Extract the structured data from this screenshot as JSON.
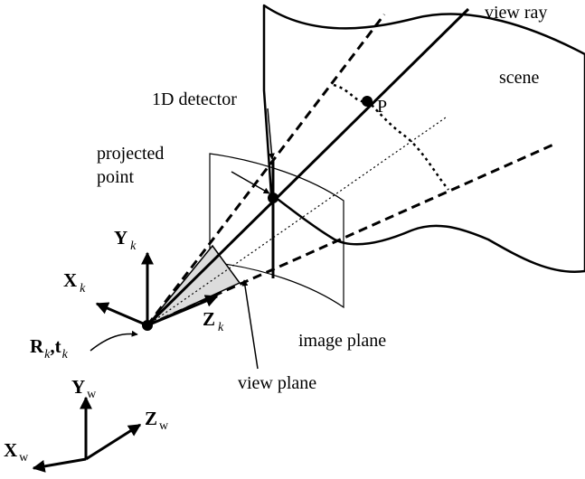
{
  "labels": {
    "view_ray": "view ray",
    "scene": "scene",
    "point_p": "P",
    "detector": "1D detector",
    "projected_line1": "projected",
    "projected_line2": "point",
    "image_plane": "image plane",
    "view_plane": "view plane"
  },
  "camera_axes": {
    "x": "X",
    "x_sub": "k",
    "y": "Y",
    "y_sub": "k",
    "z": "Z",
    "z_sub": "k"
  },
  "pose": {
    "r": "R",
    "r_sub": "k",
    "sep": ",",
    "t": "t",
    "t_sub": "k"
  },
  "world_axes": {
    "x": "X",
    "x_sub": "w",
    "y": "Y",
    "y_sub": "w",
    "z": "Z",
    "z_sub": "w"
  },
  "colors": {
    "ink": "#000000",
    "view_plane_fill": "#dcdcdc"
  }
}
